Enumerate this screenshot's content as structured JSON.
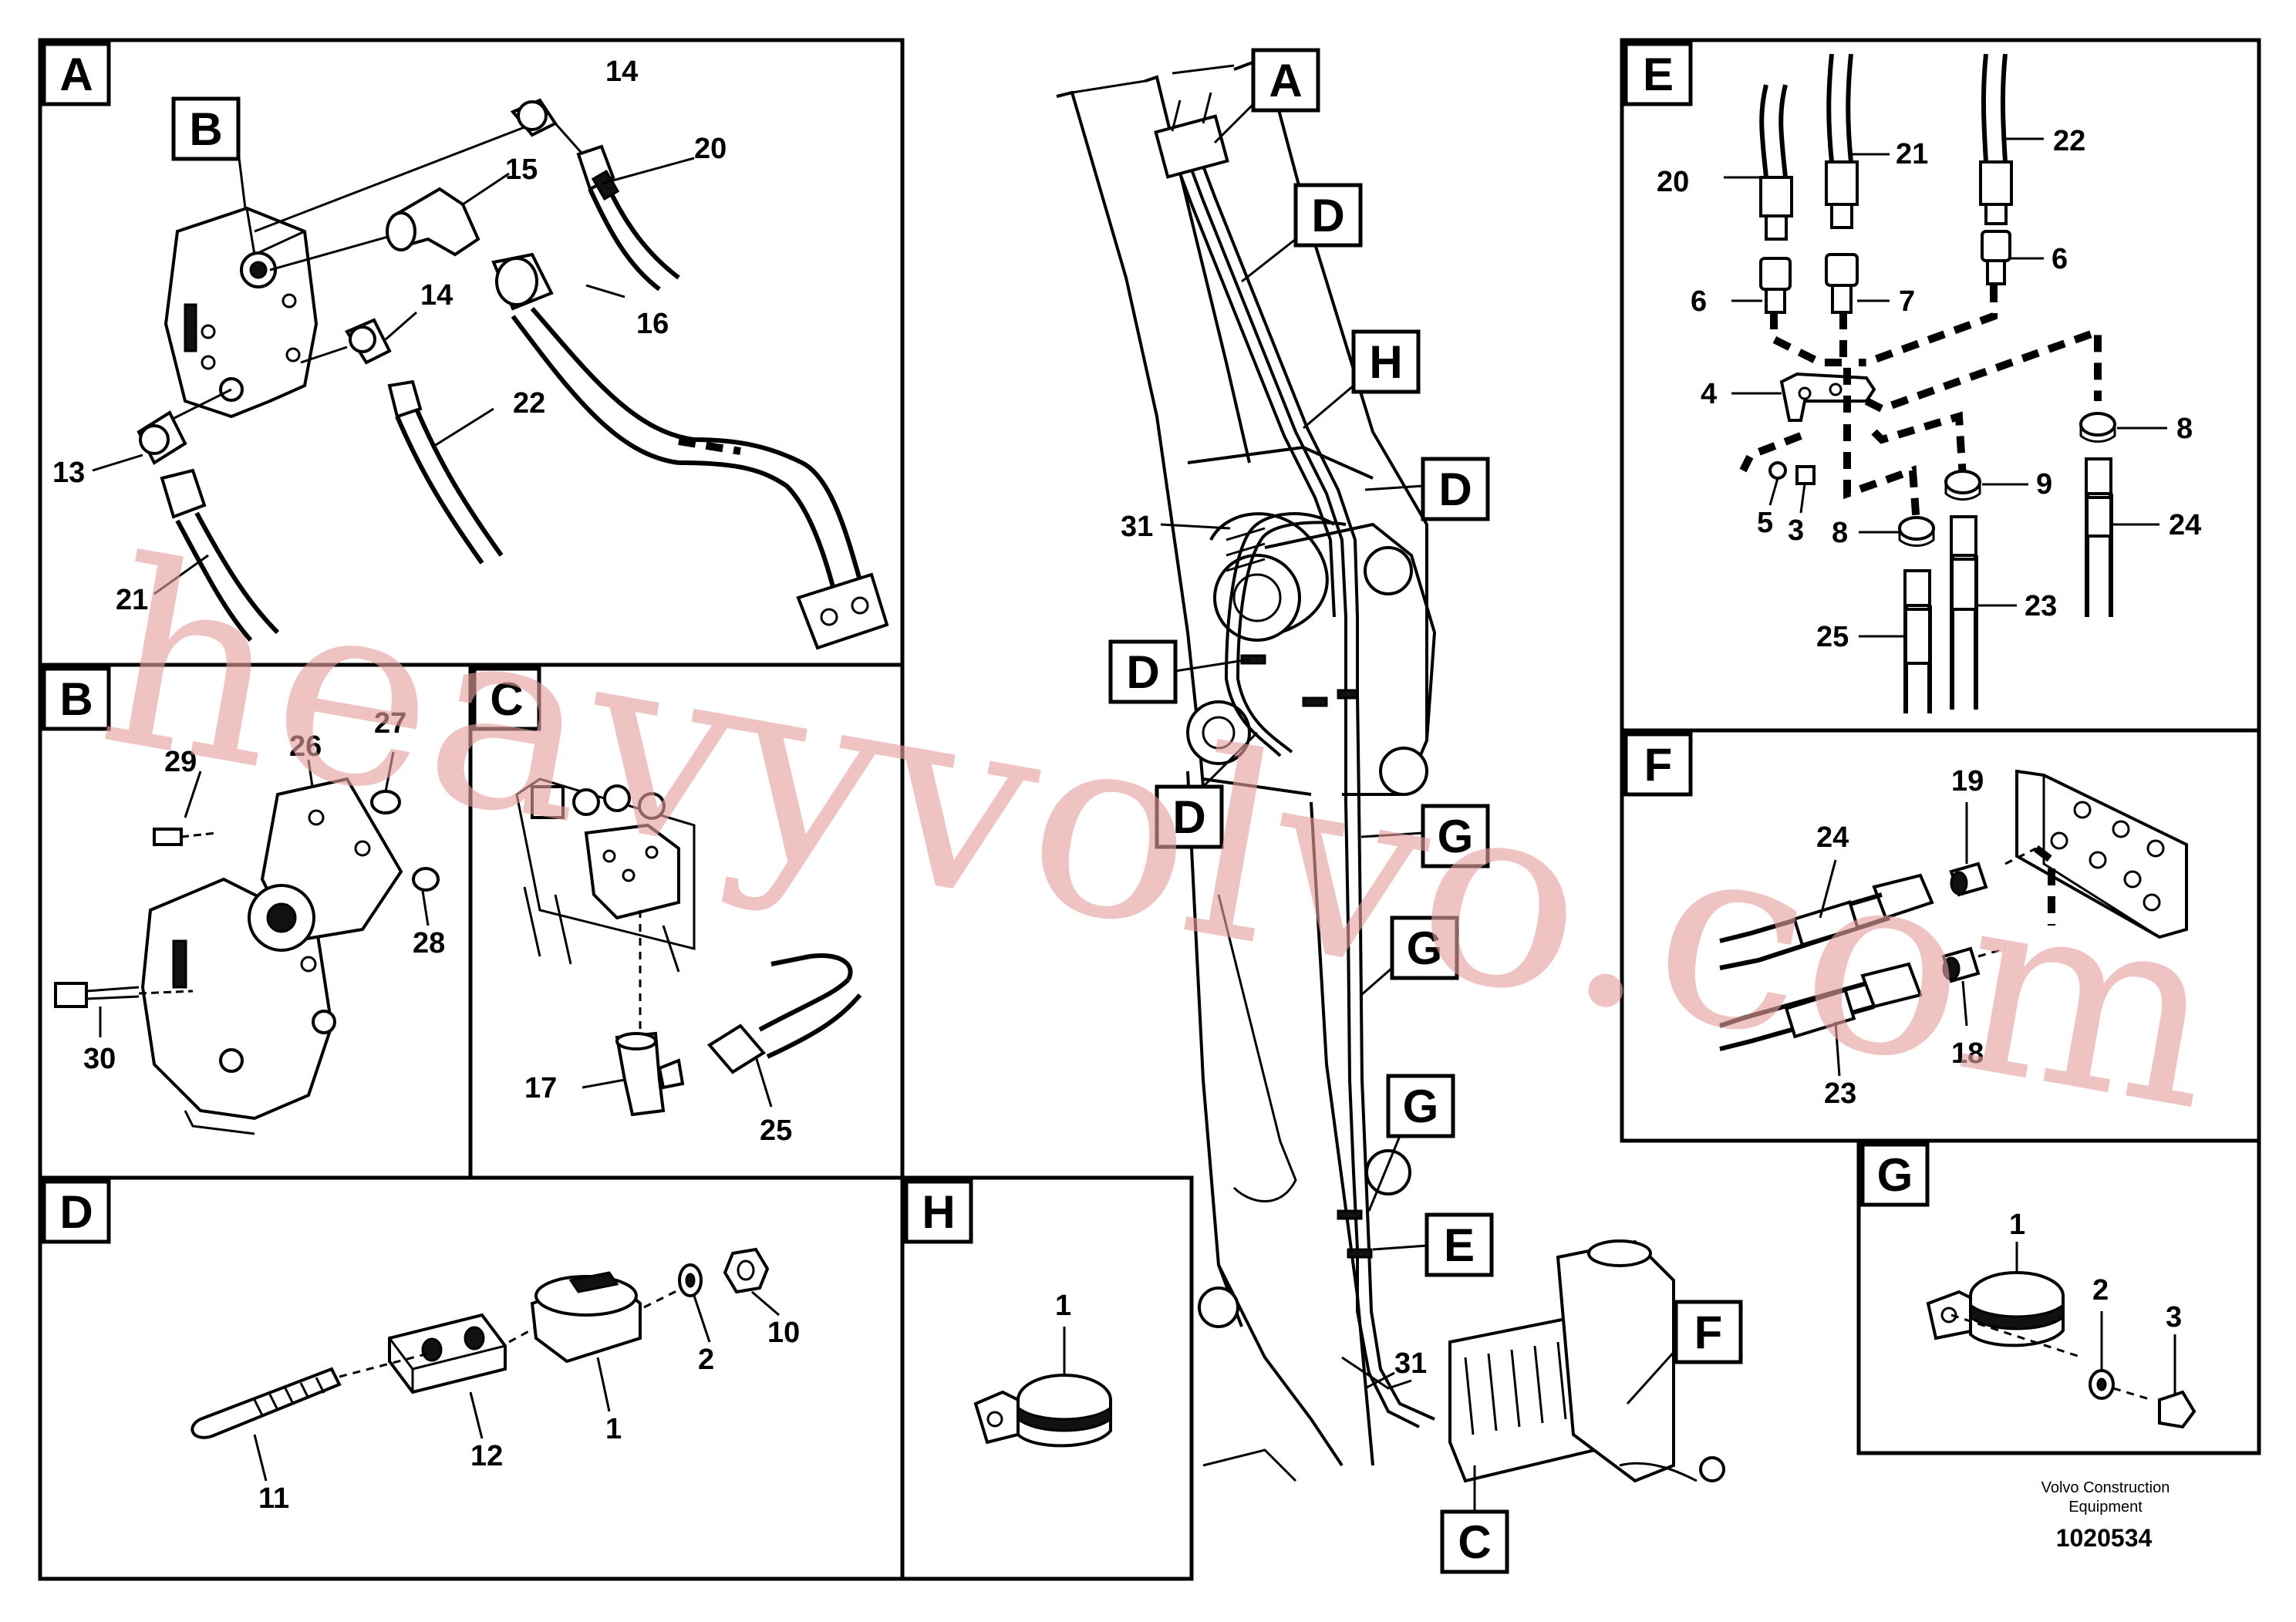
{
  "panels": {
    "A": {
      "label": "A"
    },
    "B": {
      "label": "B"
    },
    "C": {
      "label": "C"
    },
    "D": {
      "label": "D"
    },
    "H": {
      "label": "H"
    },
    "E": {
      "label": "E"
    },
    "F": {
      "label": "F"
    },
    "G": {
      "label": "G"
    }
  },
  "panel_a": {
    "callout_b": "B",
    "n14a": "14",
    "n15": "15",
    "n20": "20",
    "n14b": "14",
    "n16": "16",
    "n13": "13",
    "n22": "22",
    "n21": "21"
  },
  "panel_b": {
    "n29": "29",
    "n26": "26",
    "n27": "27",
    "n28": "28",
    "n30": "30"
  },
  "panel_c": {
    "n17": "17",
    "n25": "25"
  },
  "panel_d": {
    "n2": "2",
    "n10": "10",
    "n1": "1",
    "n12": "12",
    "n11": "11"
  },
  "panel_h": {
    "n1": "1"
  },
  "panel_e": {
    "n20": "20",
    "n21": "21",
    "n22": "22",
    "n6a": "6",
    "n7": "7",
    "n6b": "6",
    "n4": "4",
    "n8a": "8",
    "n5": "5",
    "n3": "3",
    "n9": "9",
    "n8b": "8",
    "n24": "24",
    "n23": "23",
    "n25": "25"
  },
  "panel_f": {
    "n19": "19",
    "n24": "24",
    "n18": "18",
    "n23": "23"
  },
  "panel_g": {
    "n1": "1",
    "n2": "2",
    "n3": "3"
  },
  "main": {
    "callout_a": "A",
    "callout_d1": "D",
    "callout_h": "H",
    "callout_d2": "D",
    "n31a": "31",
    "callout_d3": "D",
    "callout_d4": "D",
    "callout_g1": "G",
    "callout_g2": "G",
    "callout_g3": "G",
    "callout_e": "E",
    "callout_f": "F",
    "n31b": "31",
    "callout_c": "C"
  },
  "credit": {
    "line1": "Volvo Construction",
    "line2": "Equipment",
    "doc_number": "1020534"
  },
  "watermark": "heavyvolvo.com"
}
